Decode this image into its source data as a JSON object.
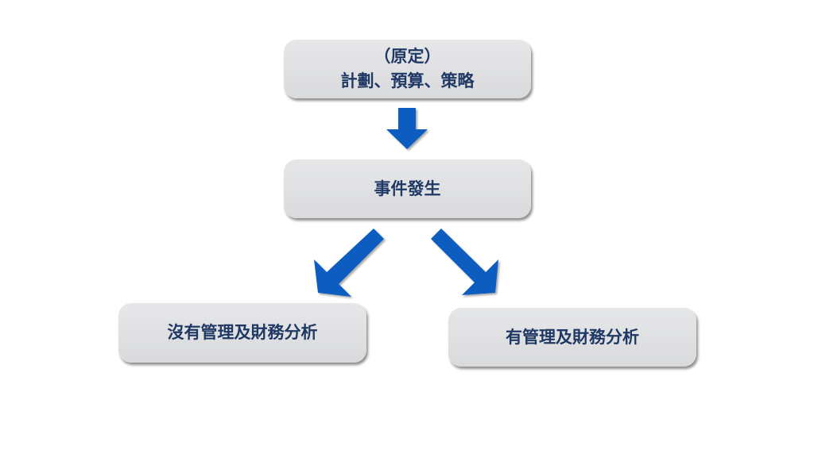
{
  "nodes": {
    "plan": {
      "line1": "（原定）",
      "line2": "計劃、預算、策略"
    },
    "event": {
      "label": "事件發生"
    },
    "without": {
      "label": "沒有管理及財務分析"
    },
    "with": {
      "label": "有管理及財務分析"
    }
  },
  "colors": {
    "arrow": "#0a5cc0",
    "node_fill": "#dedfe1",
    "text": "#1f3864"
  }
}
